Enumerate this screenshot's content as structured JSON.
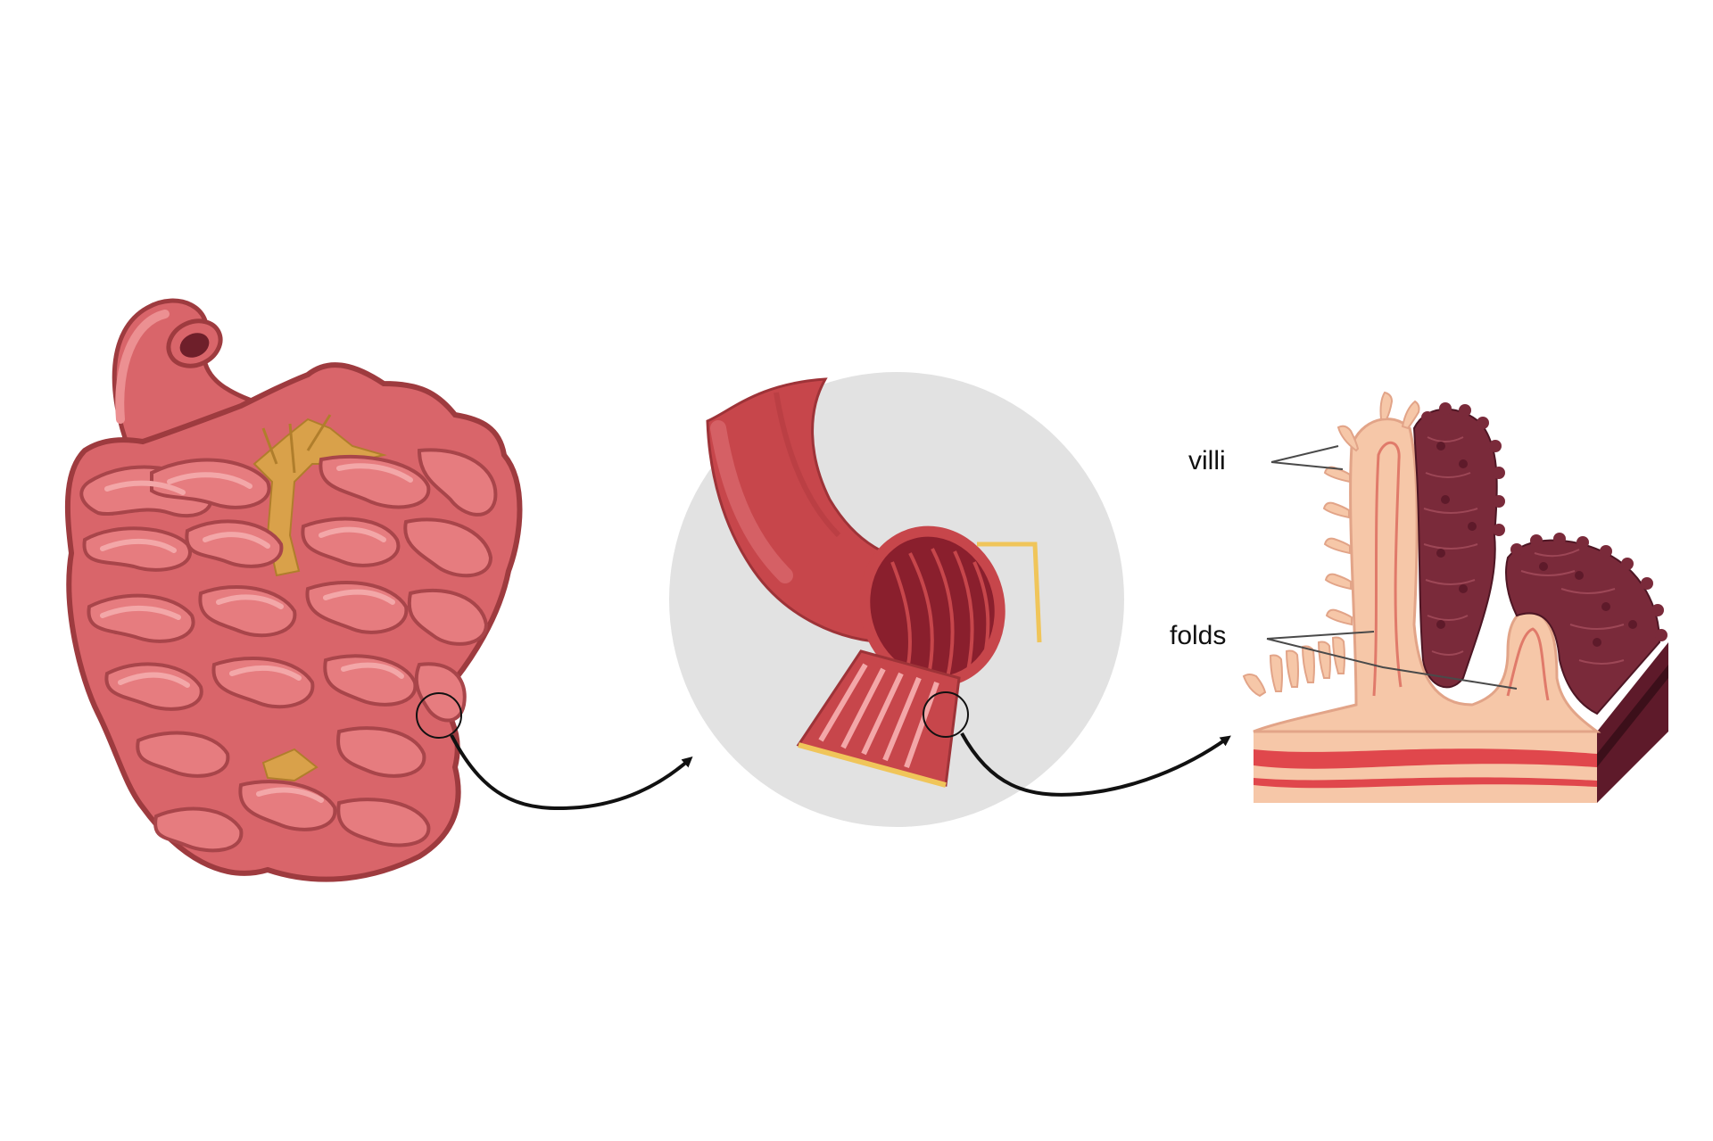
{
  "labels": {
    "villi": "villi",
    "folds": "folds"
  },
  "colors": {
    "background": "#ffffff",
    "intestine": "#d9656a",
    "intestine_light": "#ec9092",
    "intestine_outline": "#9e3b3f",
    "mesentery": "#d9a14a",
    "magnifier_disc": "#e2e2e2",
    "tube": "#c7464b",
    "tissue": "#f6c7a8",
    "villi_dark": "#7a2a3a",
    "muscle_band": "#e0474c",
    "arrow": "#111111"
  },
  "icons": {
    "small_intestine": "small-intestine-illustration",
    "intestine_segment": "intestine-cross-section-illustration",
    "mucosa_block": "mucosa-villi-block-illustration",
    "zoom_circle": "zoom-circle-icon",
    "arrow": "curved-arrow-icon"
  }
}
